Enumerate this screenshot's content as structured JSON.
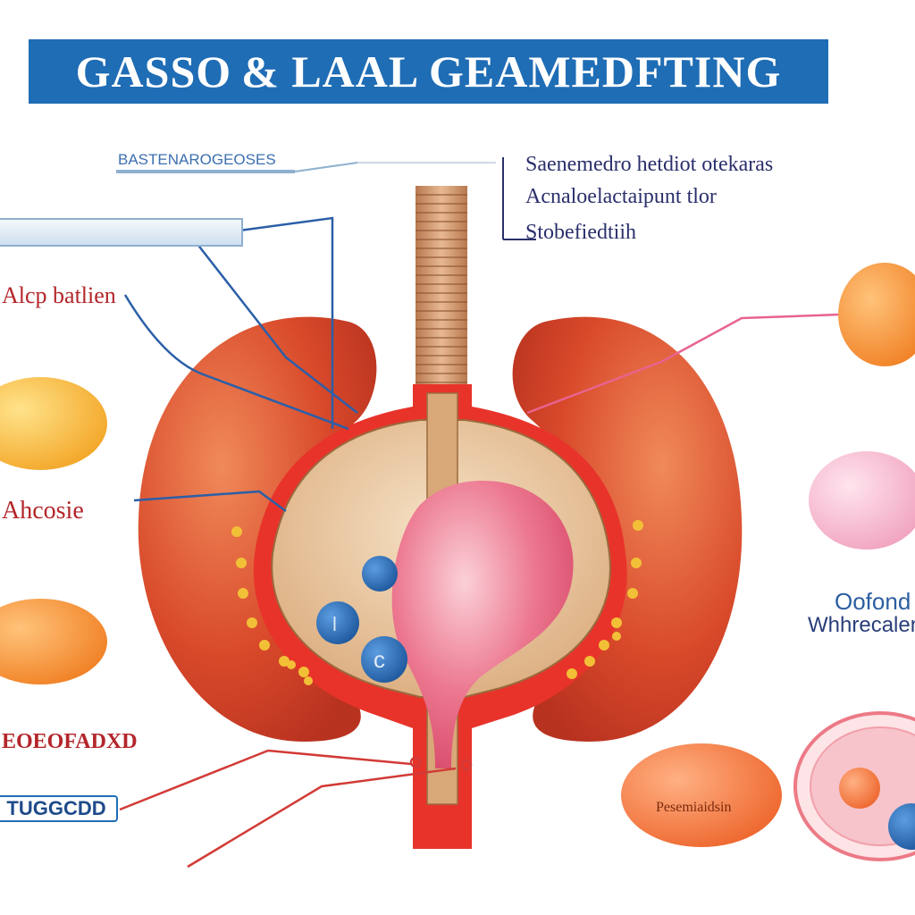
{
  "header": {
    "title": "GASSO & LAAL GEAMEDFTING"
  },
  "labels": {
    "top_left_caption": "BASTENAROGEOSES",
    "top_right_line1": "Saenemedro hetdiot otekaras",
    "top_right_line2": "Acnaloelactaipunt tlor",
    "top_right_line3": "Stobefiedtiih",
    "left_1": "Alcp batlien",
    "left_2": "Ahcosie",
    "left_3": "EOEOFADXD",
    "left_box": "TUGGCDD",
    "right_1_line1": "Oofond",
    "right_1_line2": "Whhrecalen",
    "bottom_pill": "Pesemiaidsin"
  },
  "colors": {
    "banner": "#1f6db5",
    "organ_outer": "#d8492a",
    "organ_inner": "#e9c9a0",
    "bladder": "#e85a7a",
    "accent_yellow": "#f2c037",
    "accent_blue": "#1f6db5",
    "leader_blue": "#2b5fa8",
    "leader_red": "#d23a36",
    "leader_pink": "#e8638e"
  }
}
